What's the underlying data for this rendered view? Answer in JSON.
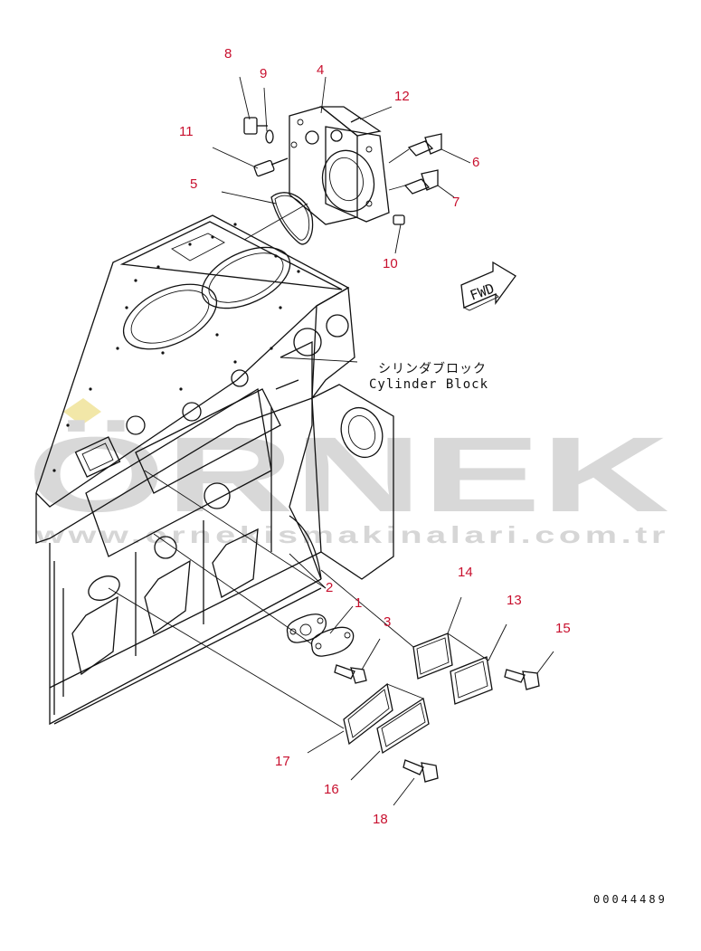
{
  "title_jp": "シリンダブロック",
  "title_en": "Cylinder Block",
  "fwd_label": "FWD",
  "watermark": {
    "brand": "ÖRNEK",
    "url": "www.ornekismakinalari.com.tr"
  },
  "document_number": "00044489",
  "callouts": [
    {
      "id": "1",
      "label": "1"
    },
    {
      "id": "2",
      "label": "2"
    },
    {
      "id": "3",
      "label": "3"
    },
    {
      "id": "4",
      "label": "4"
    },
    {
      "id": "5",
      "label": "5"
    },
    {
      "id": "6",
      "label": "6"
    },
    {
      "id": "7",
      "label": "7"
    },
    {
      "id": "8",
      "label": "8"
    },
    {
      "id": "9",
      "label": "9"
    },
    {
      "id": "10",
      "label": "10"
    },
    {
      "id": "11",
      "label": "11"
    },
    {
      "id": "12",
      "label": "12"
    },
    {
      "id": "13",
      "label": "13"
    },
    {
      "id": "14",
      "label": "14"
    },
    {
      "id": "15",
      "label": "15"
    },
    {
      "id": "16",
      "label": "16"
    },
    {
      "id": "17",
      "label": "17"
    },
    {
      "id": "18",
      "label": "18"
    }
  ],
  "colors": {
    "callout": "#c8102e",
    "line": "#111111",
    "watermark": "#d8d8d8",
    "watermark_accent": "#f2e7a8"
  }
}
